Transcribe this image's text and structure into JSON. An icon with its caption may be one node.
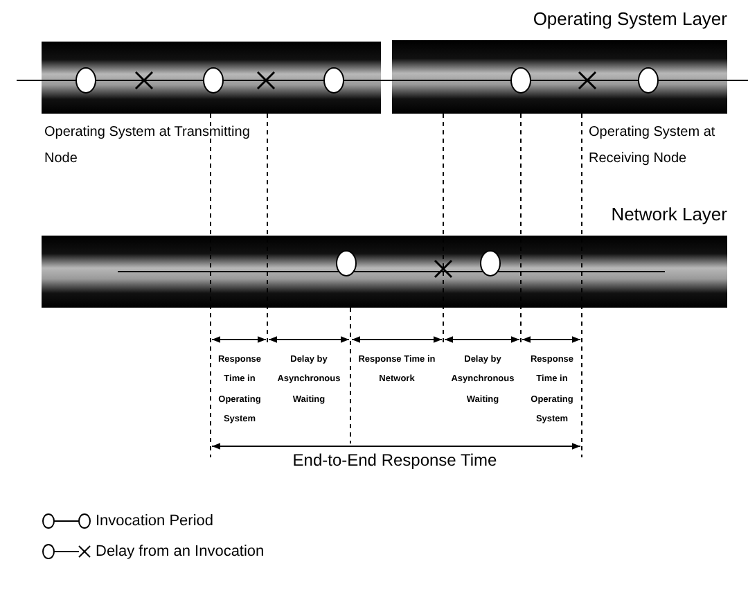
{
  "diagram": {
    "labels": [
      "Operating System Layer",
      "Operating System at Transmitting Node",
      "Operating System at Receiving Node",
      "Network Layer",
      "Response Time in Operating System",
      "Delay by Asynchronous Waiting",
      "Response Time in Network",
      "Delay by Asynchronous Waiting",
      "Response Time in Operating System",
      "End-to-End Response Time"
    ],
    "legend": [
      {
        "text": "Invocation Period"
      },
      {
        "text": "Delay from an Invocation"
      }
    ]
  }
}
